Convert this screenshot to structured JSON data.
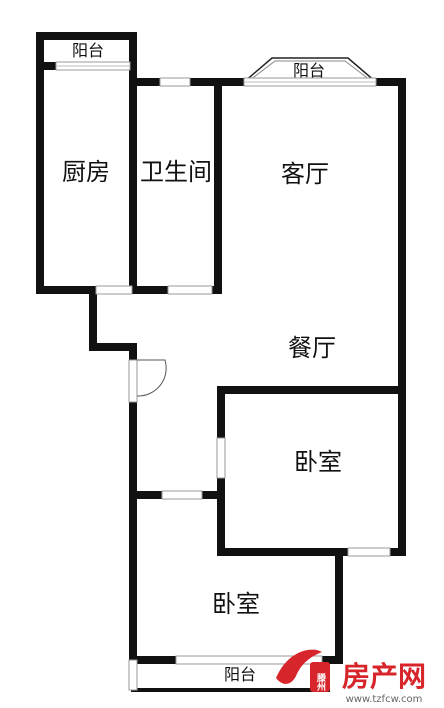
{
  "rooms": {
    "kitchen": "厨房",
    "bathroom": "卫生间",
    "living_room": "客厅",
    "dining_room": "餐厅",
    "bedroom_middle": "卧室",
    "bedroom_bottom": "卧室"
  },
  "balconies": {
    "kitchen_balcony": "阳台",
    "living_balcony": "阳台",
    "bottom_balcony": "阳台"
  },
  "watermark": {
    "logo_text": "房产网",
    "city_text": "滕州",
    "url": "www.tzfcw.com",
    "color": "#d7262b"
  },
  "colors": {
    "wall": "#111111",
    "window_frame": "#9a9a9a",
    "window_glass": "#ffffff"
  }
}
